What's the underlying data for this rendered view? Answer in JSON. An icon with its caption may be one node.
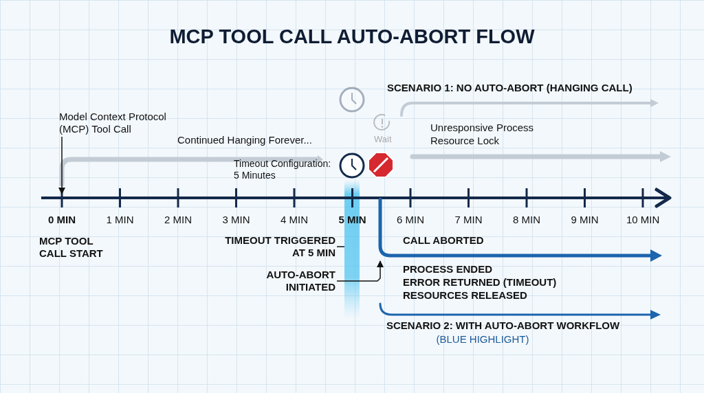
{
  "diagram": {
    "title": "MCP TOOL CALL AUTO-ABORT FLOW",
    "nodes": [
      {
        "text": [],
        "shape": "bar"
      },
      {
        "text": [
          "Model Context Protocol (MCP) Tool Call"
        ]
      },
      {
        "text": [
          "TIMEOUT TRIGGERED AT 5 MIN"
        ]
      },
      {
        "text": [
          "AUTO-ABORT INITIATED"
        ]
      }
    ],
    "edges": [
      {
        "from": 1,
        "to": null,
        "arrow": "to"
      },
      {
        "from": 2,
        "to": 0,
        "arrow": "none"
      },
      {
        "from": 3,
        "to": null,
        "arrow": "to"
      }
    ],
    "labels": [
      "SCENARIO 1: NO AUTO-ABORT (HANGING CALL)",
      "Unresponsive Process",
      "Continued Hanging Forever...",
      "Wait",
      "Resource Lock",
      "Timeout Configuration: 5 Minutes",
      "0 MIN",
      "1 MIN",
      "2 MIN",
      "3 MIN",
      "4 MIN",
      "5 MIN",
      "6 MIN",
      "7 MIN",
      "8 MIN",
      "9 MIN",
      "10 MIN",
      "MCP TOOL CALL START",
      "CALL ABORTED",
      "PROCESS ENDED",
      "ERROR RETURNED (TIMEOUT)",
      "RESOURCES RELEASED",
      "SCENARIO 2: WITH AUTO-ABORT WORKFLOW",
      "(BLUE HIGHLIGHT)"
    ]
  }
}
